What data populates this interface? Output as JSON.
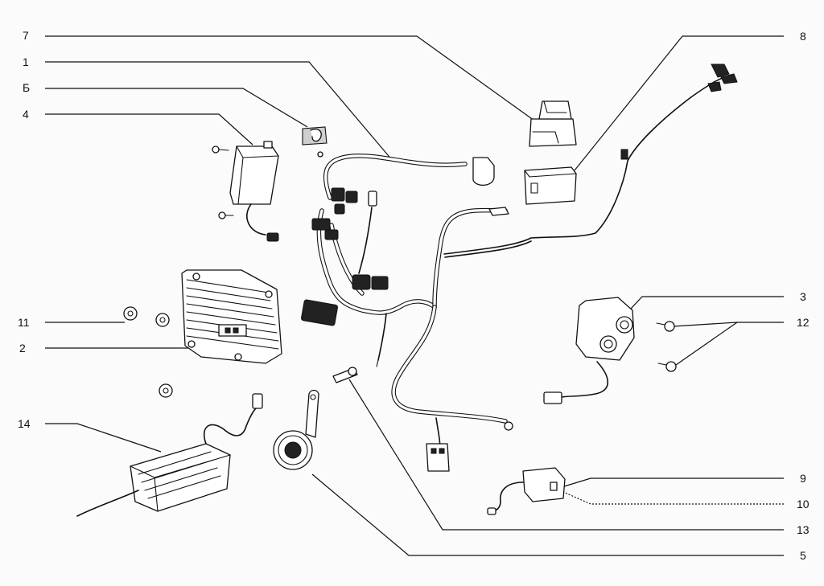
{
  "diagram": {
    "callouts": [
      {
        "id": "7",
        "text": "7"
      },
      {
        "id": "1",
        "text": "1"
      },
      {
        "id": "6",
        "text": "Б"
      },
      {
        "id": "4",
        "text": "4"
      },
      {
        "id": "11",
        "text": "11"
      },
      {
        "id": "2",
        "text": "2"
      },
      {
        "id": "14",
        "text": "14"
      },
      {
        "id": "8",
        "text": "8"
      },
      {
        "id": "3",
        "text": "3"
      },
      {
        "id": "12",
        "text": "12"
      },
      {
        "id": "9",
        "text": "9"
      },
      {
        "id": "10",
        "text": "10"
      },
      {
        "id": "13",
        "text": "13"
      },
      {
        "id": "5",
        "text": "5"
      }
    ]
  }
}
